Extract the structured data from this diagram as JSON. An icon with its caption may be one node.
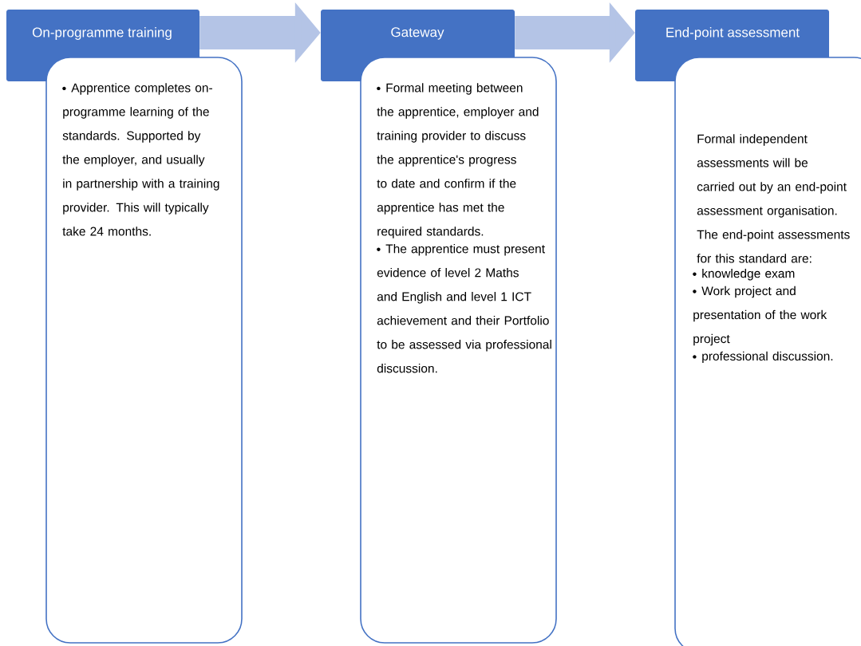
{
  "diagram": {
    "nodes": [
      {
        "text": [
          "On-programme training"
        ]
      },
      {
        "text": [
          "Apprentice completes on-programme learning of the standards. Supported by the employer, and usually in partnership with a training provider. This will typically take 24 months."
        ]
      },
      {
        "text": [
          "Gateway"
        ]
      },
      {
        "text": [
          "Formal meeting between the apprentice, employer and training provider to discuss the apprentice's progress to date and confirm if the apprentice has met the required standards.",
          "The apprentice must present evidence of level 2 Maths and English and level 1 ICT achievement and their Portfolio to be assessed via professional discussion."
        ]
      },
      {
        "text": [
          "End-point assessment"
        ]
      },
      {
        "text": [
          "Formal independent assessments will be carried out by an end-point assessment organisation. The end-point assessments for this standard are:",
          "knowledge exam",
          "Work project and presentation of the work project",
          "professional discussion."
        ]
      }
    ],
    "edges": [
      {
        "from": 0,
        "to": 2,
        "arrow": "to"
      },
      {
        "from": 2,
        "to": 4,
        "arrow": "to"
      }
    ]
  }
}
